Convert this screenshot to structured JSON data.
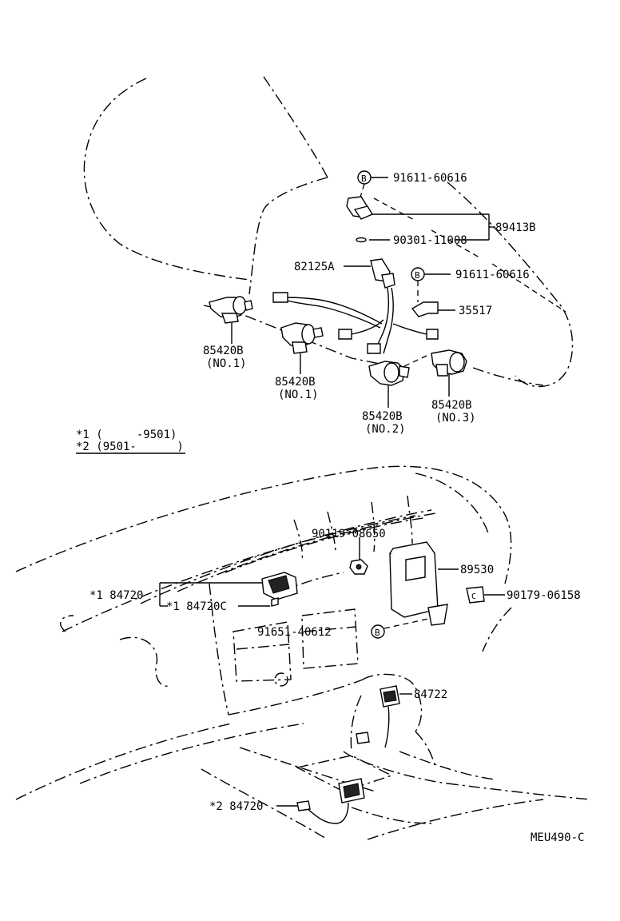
{
  "labels": {
    "p91611_top": "91611-60616",
    "p89413B": "89413B",
    "p90301": "90301-11008",
    "p82125A": "82125A",
    "p91611_mid": "91611-60616",
    "p35517": "35517",
    "p85420B_a": "85420B",
    "no1_a": "(NO.1)",
    "p85420B_b": "85420B",
    "no1_b": "(NO.1)",
    "p85420B_c": "85420B",
    "no2": "(NO.2)",
    "p85420B_d": "85420B",
    "no3": "(NO.3)",
    "note1": "*1 (     -9501)",
    "note2": "*2 (9501-      )",
    "p90119": "90119-08650",
    "p89530": "89530",
    "p84720_1": "*1 84720",
    "p84720C": "*1 84720C",
    "p90179": "90179-06158",
    "p91651": "91651-40612",
    "p84722": "84722",
    "p84720_2": "*2 84720",
    "code": "MEU490-C"
  },
  "markers": {
    "b": "B",
    "c": "C"
  }
}
